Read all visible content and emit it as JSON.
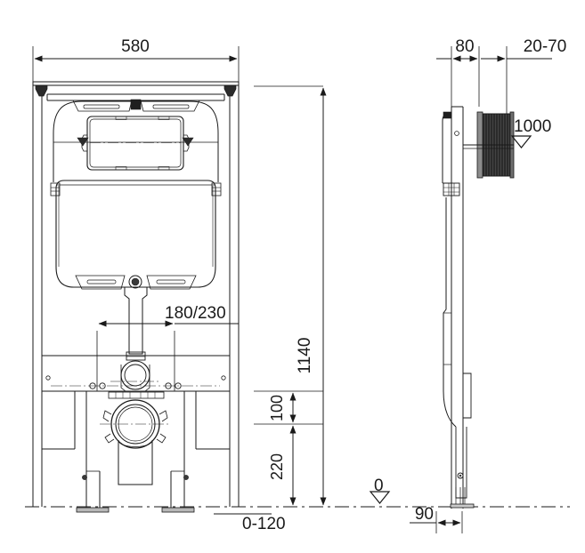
{
  "drawing": {
    "type": "technical-dimension-drawing",
    "subject": "Wall-hung WC concealed cistern installation frame",
    "views": [
      {
        "name": "front-elevation",
        "position": "left"
      },
      {
        "name": "side-section-view",
        "position": "right"
      }
    ],
    "units": "mm",
    "line_color": "#1a1a1a",
    "fill_color": "#2b2b2b",
    "background": "#ffffff"
  },
  "dimensions": {
    "frame_width": "580",
    "frame_height": "1140",
    "outlet_spacing": "180/230",
    "bolt_height": "100",
    "outlet_center_height": "220",
    "leg_adjust_range": "0-120",
    "side_depth": "80",
    "wall_offset_range": "20-70",
    "actuator_height": "1000",
    "foot_offset": "90",
    "datum": "0"
  },
  "labels": {
    "width_580": "580",
    "height_1140": "1140",
    "spacing_180_230": "180/230",
    "dim_100": "100",
    "dim_220": "220",
    "dim_0_120": "0-120",
    "dim_80": "80",
    "dim_20_70": "20-70",
    "dim_1000": "1000",
    "dim_90": "90",
    "datum_0": "0"
  },
  "markers": {
    "level_symbol": "inverted-triangle",
    "arrow_style": "filled-solid",
    "centerline_style": "dash-dot"
  }
}
